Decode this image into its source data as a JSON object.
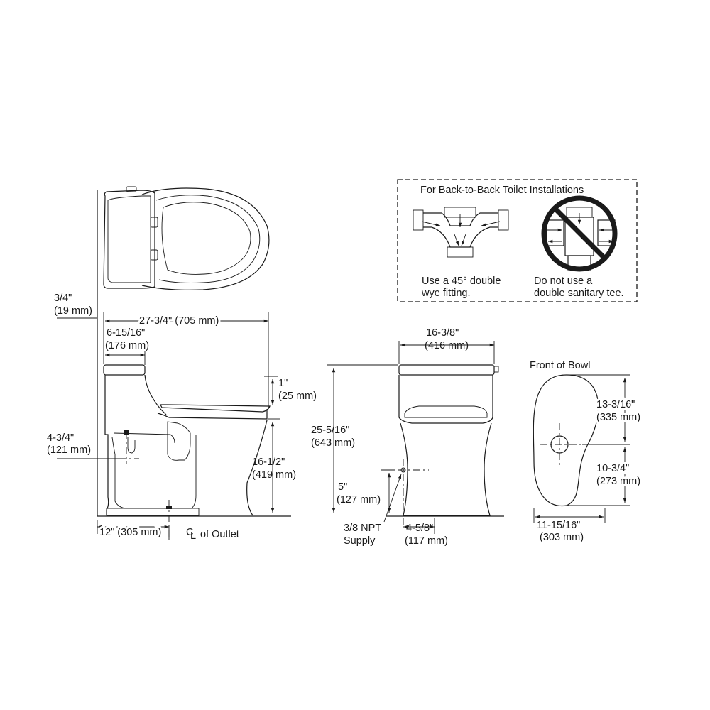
{
  "labels": {
    "top_clearance": "3/4\"",
    "top_clearance_mm": "(19 mm)",
    "overall_length": "27-3/4\" (705 mm)",
    "tank_depth": "6-15/16\"",
    "tank_depth_mm": "(176 mm)",
    "supply_height": "4-3/4\"",
    "supply_height_mm": "(121 mm)",
    "rough_in": "12\" (305 mm)",
    "outlet_symbol": "C",
    "outlet_symbol_sub": "L",
    "outlet_text": "of Outlet",
    "seat_rise": "1\"",
    "seat_rise_mm": "(25 mm)",
    "rim_height": "16-1/2\"",
    "rim_height_mm": "(419 mm)",
    "overall_width": "16-3/8\"",
    "overall_width_mm": "(416 mm)",
    "overall_height": "25-5/16\"",
    "overall_height_mm": "(643 mm)",
    "supply_elev": "5\"",
    "supply_elev_mm": "(127 mm)",
    "supply_line1": "3/8 NPT",
    "supply_line2": "Supply",
    "supply_offset": "4-5/8\"",
    "supply_offset_mm": "(117 mm)",
    "front_of_bowl": "Front of Bowl",
    "bowl_front_len": "13-3/16\"",
    "bowl_front_len_mm": "(335 mm)",
    "bowl_rear_len": "10-3/4\"",
    "bowl_rear_len_mm": "(273 mm)",
    "bowl_width": "11-15/16\"",
    "bowl_width_mm": "(303 mm)"
  },
  "inset": {
    "title": "For Back-to-Back Toilet Installations",
    "do_line1": "Use a 45° double",
    "do_line2": "wye fitting.",
    "dont_line1": "Do not use a",
    "dont_line2": "double sanitary tee."
  },
  "icons": {
    "good_fitting": "double-wye-fitting-icon",
    "bad_fitting": "double-sanitary-tee-prohibited-icon"
  }
}
